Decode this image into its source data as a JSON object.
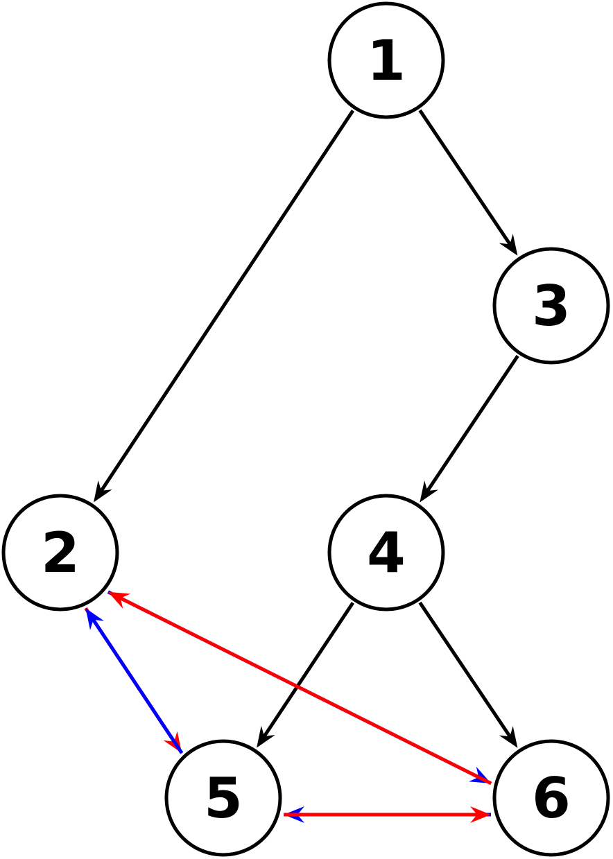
{
  "diagram": {
    "colors": {
      "black": "#000000",
      "red": "#ff0000",
      "blue": "#0000ff"
    },
    "nodes": [
      {
        "id": "1",
        "label": "1"
      },
      {
        "id": "2",
        "label": "2"
      },
      {
        "id": "3",
        "label": "3"
      },
      {
        "id": "4",
        "label": "4"
      },
      {
        "id": "5",
        "label": "5"
      },
      {
        "id": "6",
        "label": "6"
      }
    ],
    "edges": [
      {
        "from": "1",
        "to": "2",
        "color": "black"
      },
      {
        "from": "1",
        "to": "3",
        "color": "black"
      },
      {
        "from": "3",
        "to": "4",
        "color": "black"
      },
      {
        "from": "4",
        "to": "5",
        "color": "black"
      },
      {
        "from": "4",
        "to": "6",
        "color": "black"
      },
      {
        "from": "2",
        "to": "5",
        "color": "red"
      },
      {
        "from": "5",
        "to": "2",
        "color": "blue"
      },
      {
        "from": "2",
        "to": "6",
        "color": "blue"
      },
      {
        "from": "6",
        "to": "2",
        "color": "red"
      },
      {
        "from": "6",
        "to": "5",
        "color": "blue"
      },
      {
        "from": "5",
        "to": "6",
        "color": "red"
      }
    ]
  }
}
